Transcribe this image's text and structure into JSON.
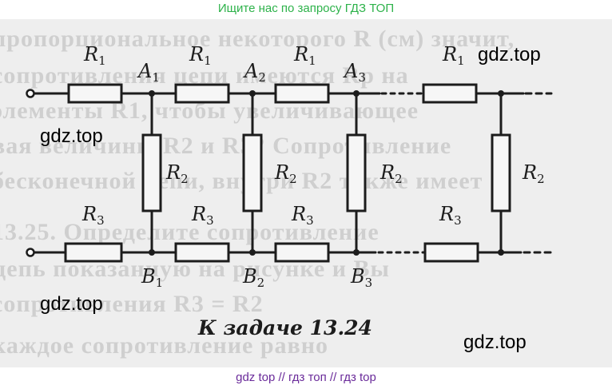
{
  "banner_top": "Ищите нас по запросу ГДЗ ТОП",
  "banner_bottom": "gdz top  //  гдз топ  //  гдз top",
  "watermark": "gdz.top",
  "caption": "К задаче 13.24",
  "ghost_lines": [
    "пропорциональное некоторого R (см) значит,",
    "сопротивления цепи имеются Rp на",
    "элементы R1, чтобы увеличивающее",
    "вая величины R2 и R3? Сопротивление",
    "бесконечной цепи, внутри R2 также имеет",
    "13.25. Определите сопротивление",
    "цепь показанную на рисунке и Вы",
    "сопротивления R3 = R2",
    "каждое сопротивление равно"
  ],
  "labels": {
    "R1": "R",
    "R1_sub": "1",
    "R2": "R",
    "R2_sub": "2",
    "R3": "R",
    "R3_sub": "3",
    "A": "A",
    "B": "B",
    "n1": "1",
    "n2": "2",
    "n3": "3"
  }
}
